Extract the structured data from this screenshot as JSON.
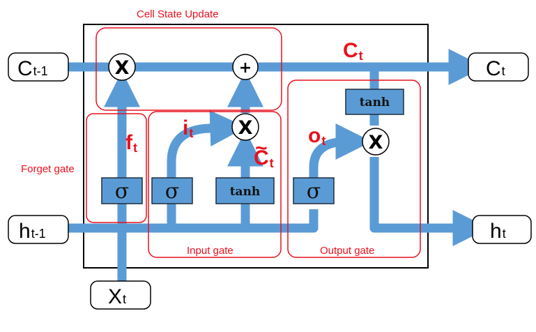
{
  "inputs": {
    "c_prev": {
      "main": "C",
      "sub": "t-1"
    },
    "h_prev": {
      "main": "h",
      "sub": "t-1"
    },
    "x": {
      "main": "X",
      "sub": "t"
    }
  },
  "outputs": {
    "c": {
      "main": "C",
      "sub": "t"
    },
    "h": {
      "main": "h",
      "sub": "t"
    }
  },
  "regions": {
    "cell_state_update": "Cell State Update",
    "forget_gate": "Forget gate",
    "input_gate": "Input gate",
    "output_gate": "Output gate"
  },
  "blocks": {
    "sigma": "σ",
    "tanh": "tanh"
  },
  "operators": {
    "multiply": "X",
    "add": "+"
  },
  "signals": {
    "c_t": {
      "main": "C",
      "sub": "t"
    },
    "f_t": {
      "main": "f",
      "sub": "t"
    },
    "i_t": {
      "main": "i",
      "sub": "t"
    },
    "o_t": {
      "main": "o",
      "sub": "t"
    },
    "c_tilde": {
      "main": "C",
      "sub": "t",
      "accent": "~"
    }
  },
  "colors": {
    "flow": "#5b9bd5",
    "block_fill": "#5b9bd5",
    "region_border": "#e8111e",
    "label": "#e8111e"
  }
}
